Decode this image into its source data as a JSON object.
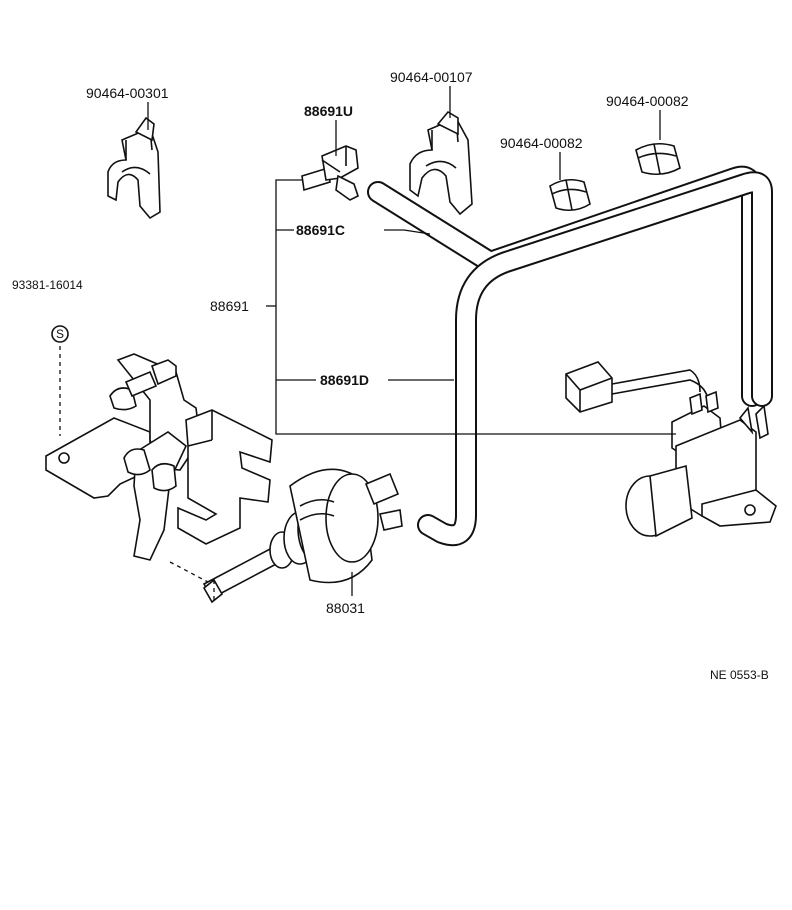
{
  "part_labels": {
    "clip_upper_left": "90464-00301",
    "clip_upper_mid": "90464-00107",
    "clamp_right_top": "90464-00082",
    "clamp_right_mid": "90464-00082",
    "union_three_way": "88691U",
    "hose_c": "88691C",
    "hose_set": "88691",
    "hose_d": "88691D",
    "screw": "93381-16014",
    "screw_symbol": "S",
    "actuator": "88031"
  },
  "figure_code": "NE  0553-B"
}
